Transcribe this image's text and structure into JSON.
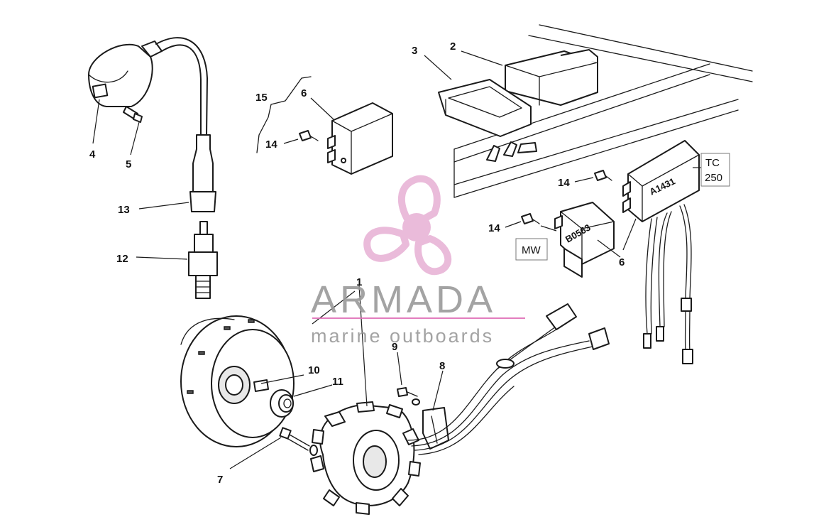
{
  "callouts": {
    "c1": "1",
    "c2": "2",
    "c3": "3",
    "c4": "4",
    "c5": "5",
    "c6a": "6",
    "c6b": "6",
    "c7": "7",
    "c8": "8",
    "c9": "9",
    "c10": "10",
    "c11": "11",
    "c12": "12",
    "c13": "13",
    "c14a": "14",
    "c14b": "14",
    "c14c": "14",
    "c15": "15"
  },
  "labels": {
    "tc": [
      "TC",
      "250"
    ],
    "mw": "MW"
  },
  "part_codes": {
    "regulator": "A1431",
    "module": "B0563"
  },
  "watermark": {
    "brand": "ARMADA",
    "tagline": "marine outboards"
  },
  "colors": {
    "logo_pink": "#e8b4d6",
    "logo_pink_dark": "#e06fb8",
    "watermark_gray": "#9a9a9a",
    "line": "#1a1a1a"
  }
}
